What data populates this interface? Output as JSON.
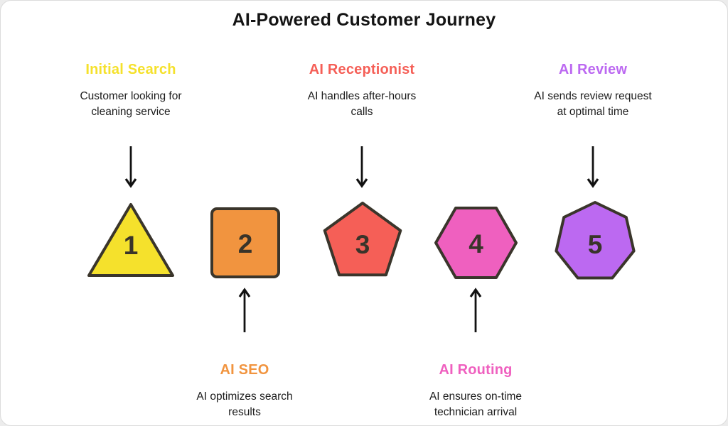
{
  "title": "AI-Powered Customer Journey",
  "colors": {
    "shape_outline": "#3A352B",
    "body_text": "#1C1C1C",
    "arrow": "#111111"
  },
  "steps": [
    {
      "number": "1",
      "shape": "triangle",
      "label": "Initial Search",
      "desc1": "Customer looking for",
      "desc2": "cleaning service",
      "color": "#F5E12C",
      "label_position": "top"
    },
    {
      "number": "2",
      "shape": "square",
      "label": "AI SEO",
      "desc1": "AI optimizes search",
      "desc2": "results",
      "color": "#F1943F",
      "label_position": "bottom"
    },
    {
      "number": "3",
      "shape": "pentagon",
      "label": "AI Receptionist",
      "desc1": "AI handles after-hours",
      "desc2": "calls",
      "color": "#F55F57",
      "label_position": "top"
    },
    {
      "number": "4",
      "shape": "hexagon",
      "label": "AI Routing",
      "desc1": "AI ensures on-time",
      "desc2": "technician arrival",
      "color": "#EF60BF",
      "label_position": "bottom"
    },
    {
      "number": "5",
      "shape": "heptagon",
      "label": "AI Review",
      "desc1": "AI sends review request",
      "desc2": "at optimal time",
      "color": "#BC69F1",
      "label_position": "top"
    }
  ]
}
